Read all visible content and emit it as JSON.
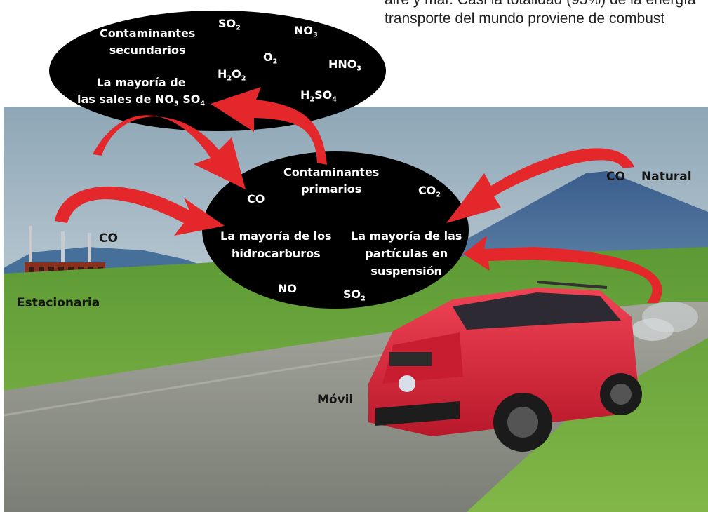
{
  "header_text": {
    "line1": "aire y mar. Casi la totalidad (95%) de la energía",
    "line2": "transporte del mundo proviene de combust"
  },
  "secondary_cloud": {
    "title_line1": "Contaminantes",
    "title_line2": "secundarios",
    "majority_line1": "La mayoría de",
    "majority_line2_prefix": "las sales de NO",
    "majority_line2_sub1": "3",
    "majority_line2_mid": " SO",
    "majority_line2_sub2": "4",
    "so2": {
      "base": "SO",
      "sub": "2"
    },
    "no3": {
      "base": "NO",
      "sub": "3"
    },
    "o2": {
      "base": "O",
      "sub": "2"
    },
    "hno3": {
      "base": "HNO",
      "sub": "3"
    },
    "h2o2": {
      "p1": "H",
      "s1": "2",
      "p2": "O",
      "s2": "2"
    },
    "h2so4": {
      "p1": "H",
      "s1": "2",
      "p2": "SO",
      "s2": "4"
    }
  },
  "primary_cloud": {
    "title_line1": "Contaminantes",
    "title_line2": "primarios",
    "co": "CO",
    "co2": {
      "base": "CO",
      "sub": "2"
    },
    "hydrocarbons_line1": "La mayoría de los",
    "hydrocarbons_line2": "hidrocarburos",
    "particles_line1": "La mayoría de las",
    "particles_line2": "partículas en",
    "particles_line3": "suspensión",
    "no": "NO",
    "so2": {
      "base": "SO",
      "sub": "2"
    }
  },
  "sources": {
    "natural": "Natural",
    "natural_co": "CO",
    "stationary": "Estacionaria",
    "stationary_co": "CO",
    "mobile": "Móvil"
  },
  "colors": {
    "arrow": "#e3272a",
    "cloud": "#000000",
    "sky_top": "#9fb5c3",
    "grass": "#6fa43c",
    "road": "#8e9087",
    "car": "#e2283c"
  }
}
